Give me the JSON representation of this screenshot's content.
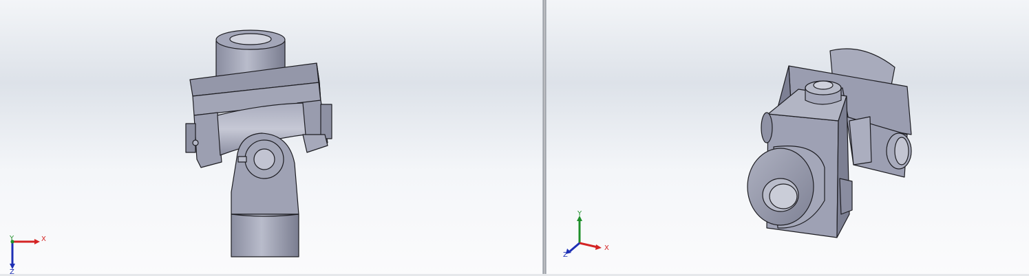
{
  "viewports": {
    "left": {
      "triad": {
        "x_label": "X",
        "y_label": "Y",
        "z_label": "Z"
      }
    },
    "right": {
      "triad": {
        "x_label": "X",
        "y_label": "Y",
        "z_label": "Z"
      }
    }
  },
  "colors": {
    "part_face": "#9ea1b3",
    "part_face_light": "#c3c5d3",
    "part_face_dark": "#6f7284",
    "edge": "#1d1d22",
    "axis_x": "#d42424",
    "axis_y": "#1f8f2a",
    "axis_z": "#1d2fb5"
  }
}
